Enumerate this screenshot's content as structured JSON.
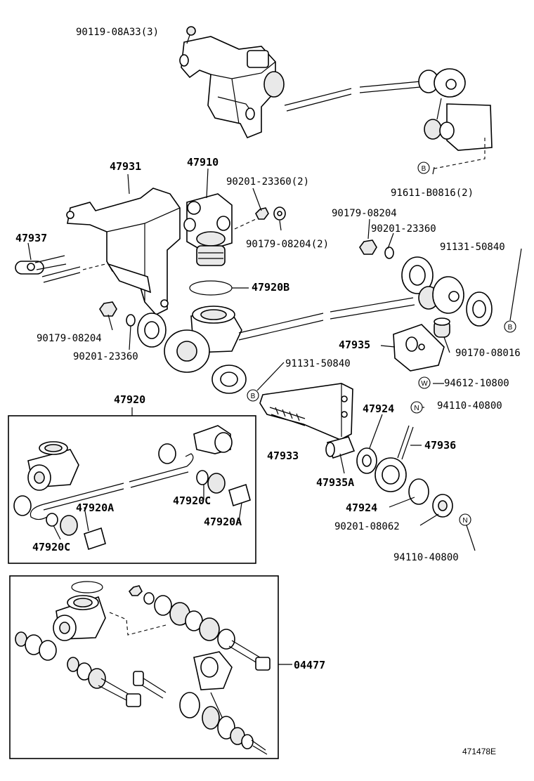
{
  "labels": {
    "p_90119_08A33": "90119-08A33(3)",
    "p_47931": "47931",
    "p_47910": "47910",
    "p_90201_23360_2": "90201-23360(2)",
    "p_91611_B0816_2": "91611-B0816(2)",
    "p_47937": "47937",
    "p_90179_08204_2": "90179-08204(2)",
    "p_90179_08204_a": "90179-08204",
    "p_90201_23360_a": "90201-23360",
    "p_91131_50840_a": "91131-50840",
    "p_47920B": "47920B",
    "p_90179_08204_b": "90179-08204",
    "p_90201_23360_b": "90201-23360",
    "p_47935": "47935",
    "p_90170_08016": "90170-08016",
    "p_91131_50840_b": "91131-50840",
    "p_94612_10800": "94612-10800",
    "p_47920": "47920",
    "p_94110_40800_a": "94110-40800",
    "p_47924_a": "47924",
    "p_47933": "47933",
    "p_47936": "47936",
    "p_47935A": "47935A",
    "p_47920C_a": "47920C",
    "p_47920A_a": "47920A",
    "p_47920A_b": "47920A",
    "p_47920C_b": "47920C",
    "p_47924_b": "47924",
    "p_90201_08062": "90201-08062",
    "p_94110_40800_b": "94110-40800",
    "p_04477": "04477",
    "ref_code": "471478E"
  },
  "markers": {
    "b1": "B",
    "b2": "B",
    "b3": "B",
    "w1": "W",
    "n1": "N",
    "n2": "N"
  }
}
